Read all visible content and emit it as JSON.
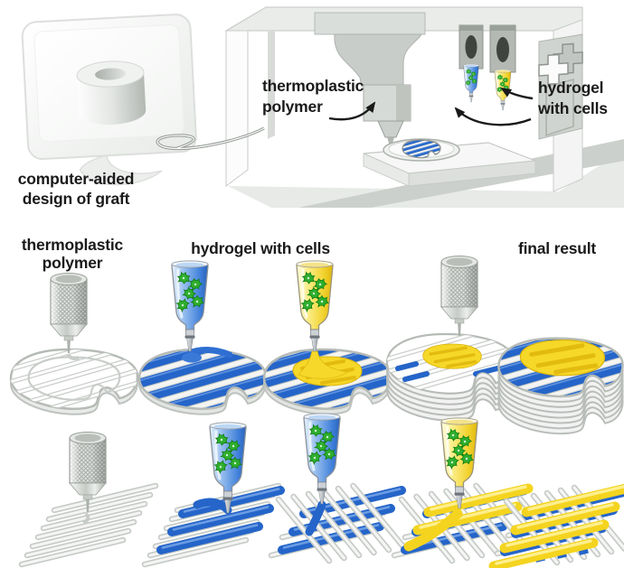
{
  "colors": {
    "hydrogel_blue": "#2565c9",
    "hydrogel_yellow": "#f4d41f",
    "cell_green": "#2fae2f",
    "scaffold_gray": "#c9cdc9",
    "text": "#1a1a1a",
    "background": "#ffffff"
  },
  "top_section": {
    "cad_label": {
      "line1": "computer-aided",
      "line2": "design of graft"
    },
    "printer_labels": {
      "thermoplastic": {
        "line1": "thermoplastic",
        "line2": "polymer"
      },
      "hydrogel": {
        "line1": "hydrogel",
        "line2": "with cells"
      }
    }
  },
  "process_rows": {
    "header_thermoplastic_line1": "thermoplastic",
    "header_thermoplastic_line2": "polymer",
    "header_hydrogel": "hydrogel with cells",
    "header_final": "final result"
  }
}
